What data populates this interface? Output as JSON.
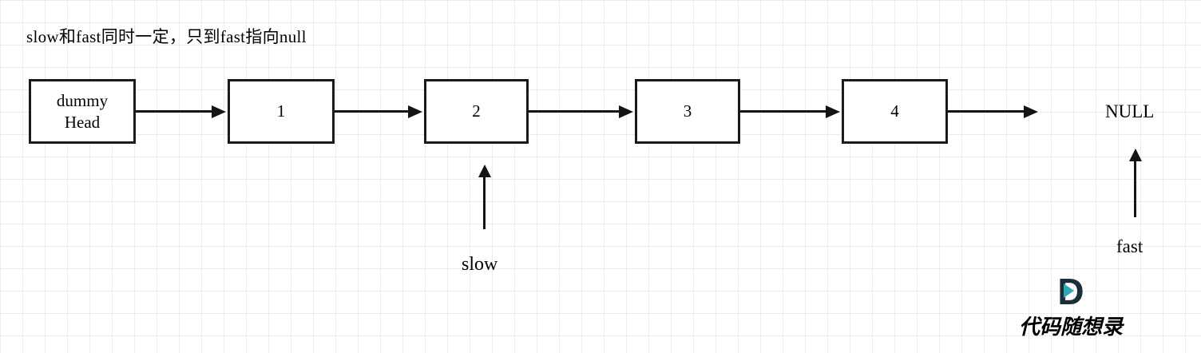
{
  "annotation": "slow和fast同时一定，只到fast指向null",
  "list": {
    "nodes": [
      {
        "label": "dummy\nHead"
      },
      {
        "label": "1"
      },
      {
        "label": "2"
      },
      {
        "label": "3"
      },
      {
        "label": "4"
      }
    ],
    "terminal": "NULL"
  },
  "pointers": {
    "slow_label": "slow",
    "fast_label": "fast"
  },
  "watermark": {
    "logo_letter": "D",
    "text": "代码随想录"
  }
}
